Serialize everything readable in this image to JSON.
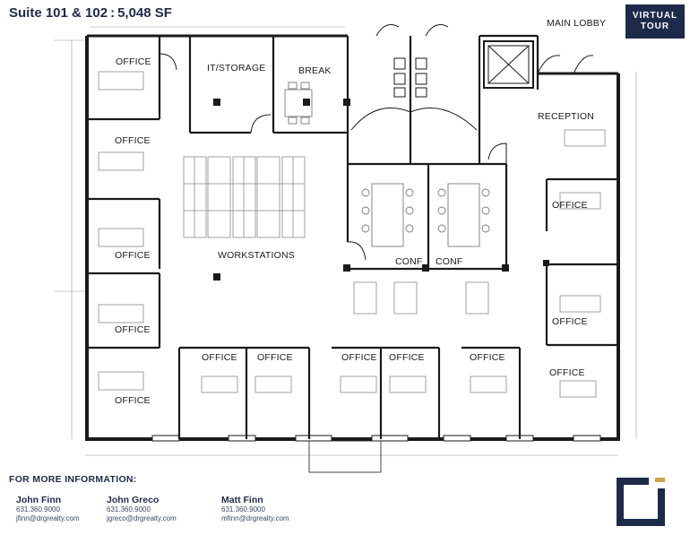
{
  "header": {
    "suite": "Suite 101 & 102",
    "separator": ":",
    "area": "5,048 SF"
  },
  "virtual_tour": {
    "line1": "VIRTUAL",
    "line2": "TOUR"
  },
  "rooms": {
    "main_lobby": "MAIN LOBBY",
    "reception": "RECEPTION",
    "it_storage": "IT/STORAGE",
    "break": "BREAK",
    "workstations": "WORKSTATIONS",
    "conf_left": "CONF",
    "conf_right": "CONF",
    "office": "OFFICE"
  },
  "footer": {
    "heading": "FOR MORE INFORMATION:",
    "contacts": [
      {
        "name": "John Finn",
        "phone": "631.360.9000",
        "email": "jfinn@drgrealty.com"
      },
      {
        "name": "John Greco",
        "phone": "631.360.9000",
        "email": "jgreco@drgrealty.com"
      },
      {
        "name": "Matt Finn",
        "phone": "631.360.9000",
        "email": "mfinn@drgrealty.com"
      }
    ]
  },
  "colors": {
    "navy": "#1e2a4a",
    "gold": "#c9a24a",
    "wall": "#1a1a1a"
  }
}
